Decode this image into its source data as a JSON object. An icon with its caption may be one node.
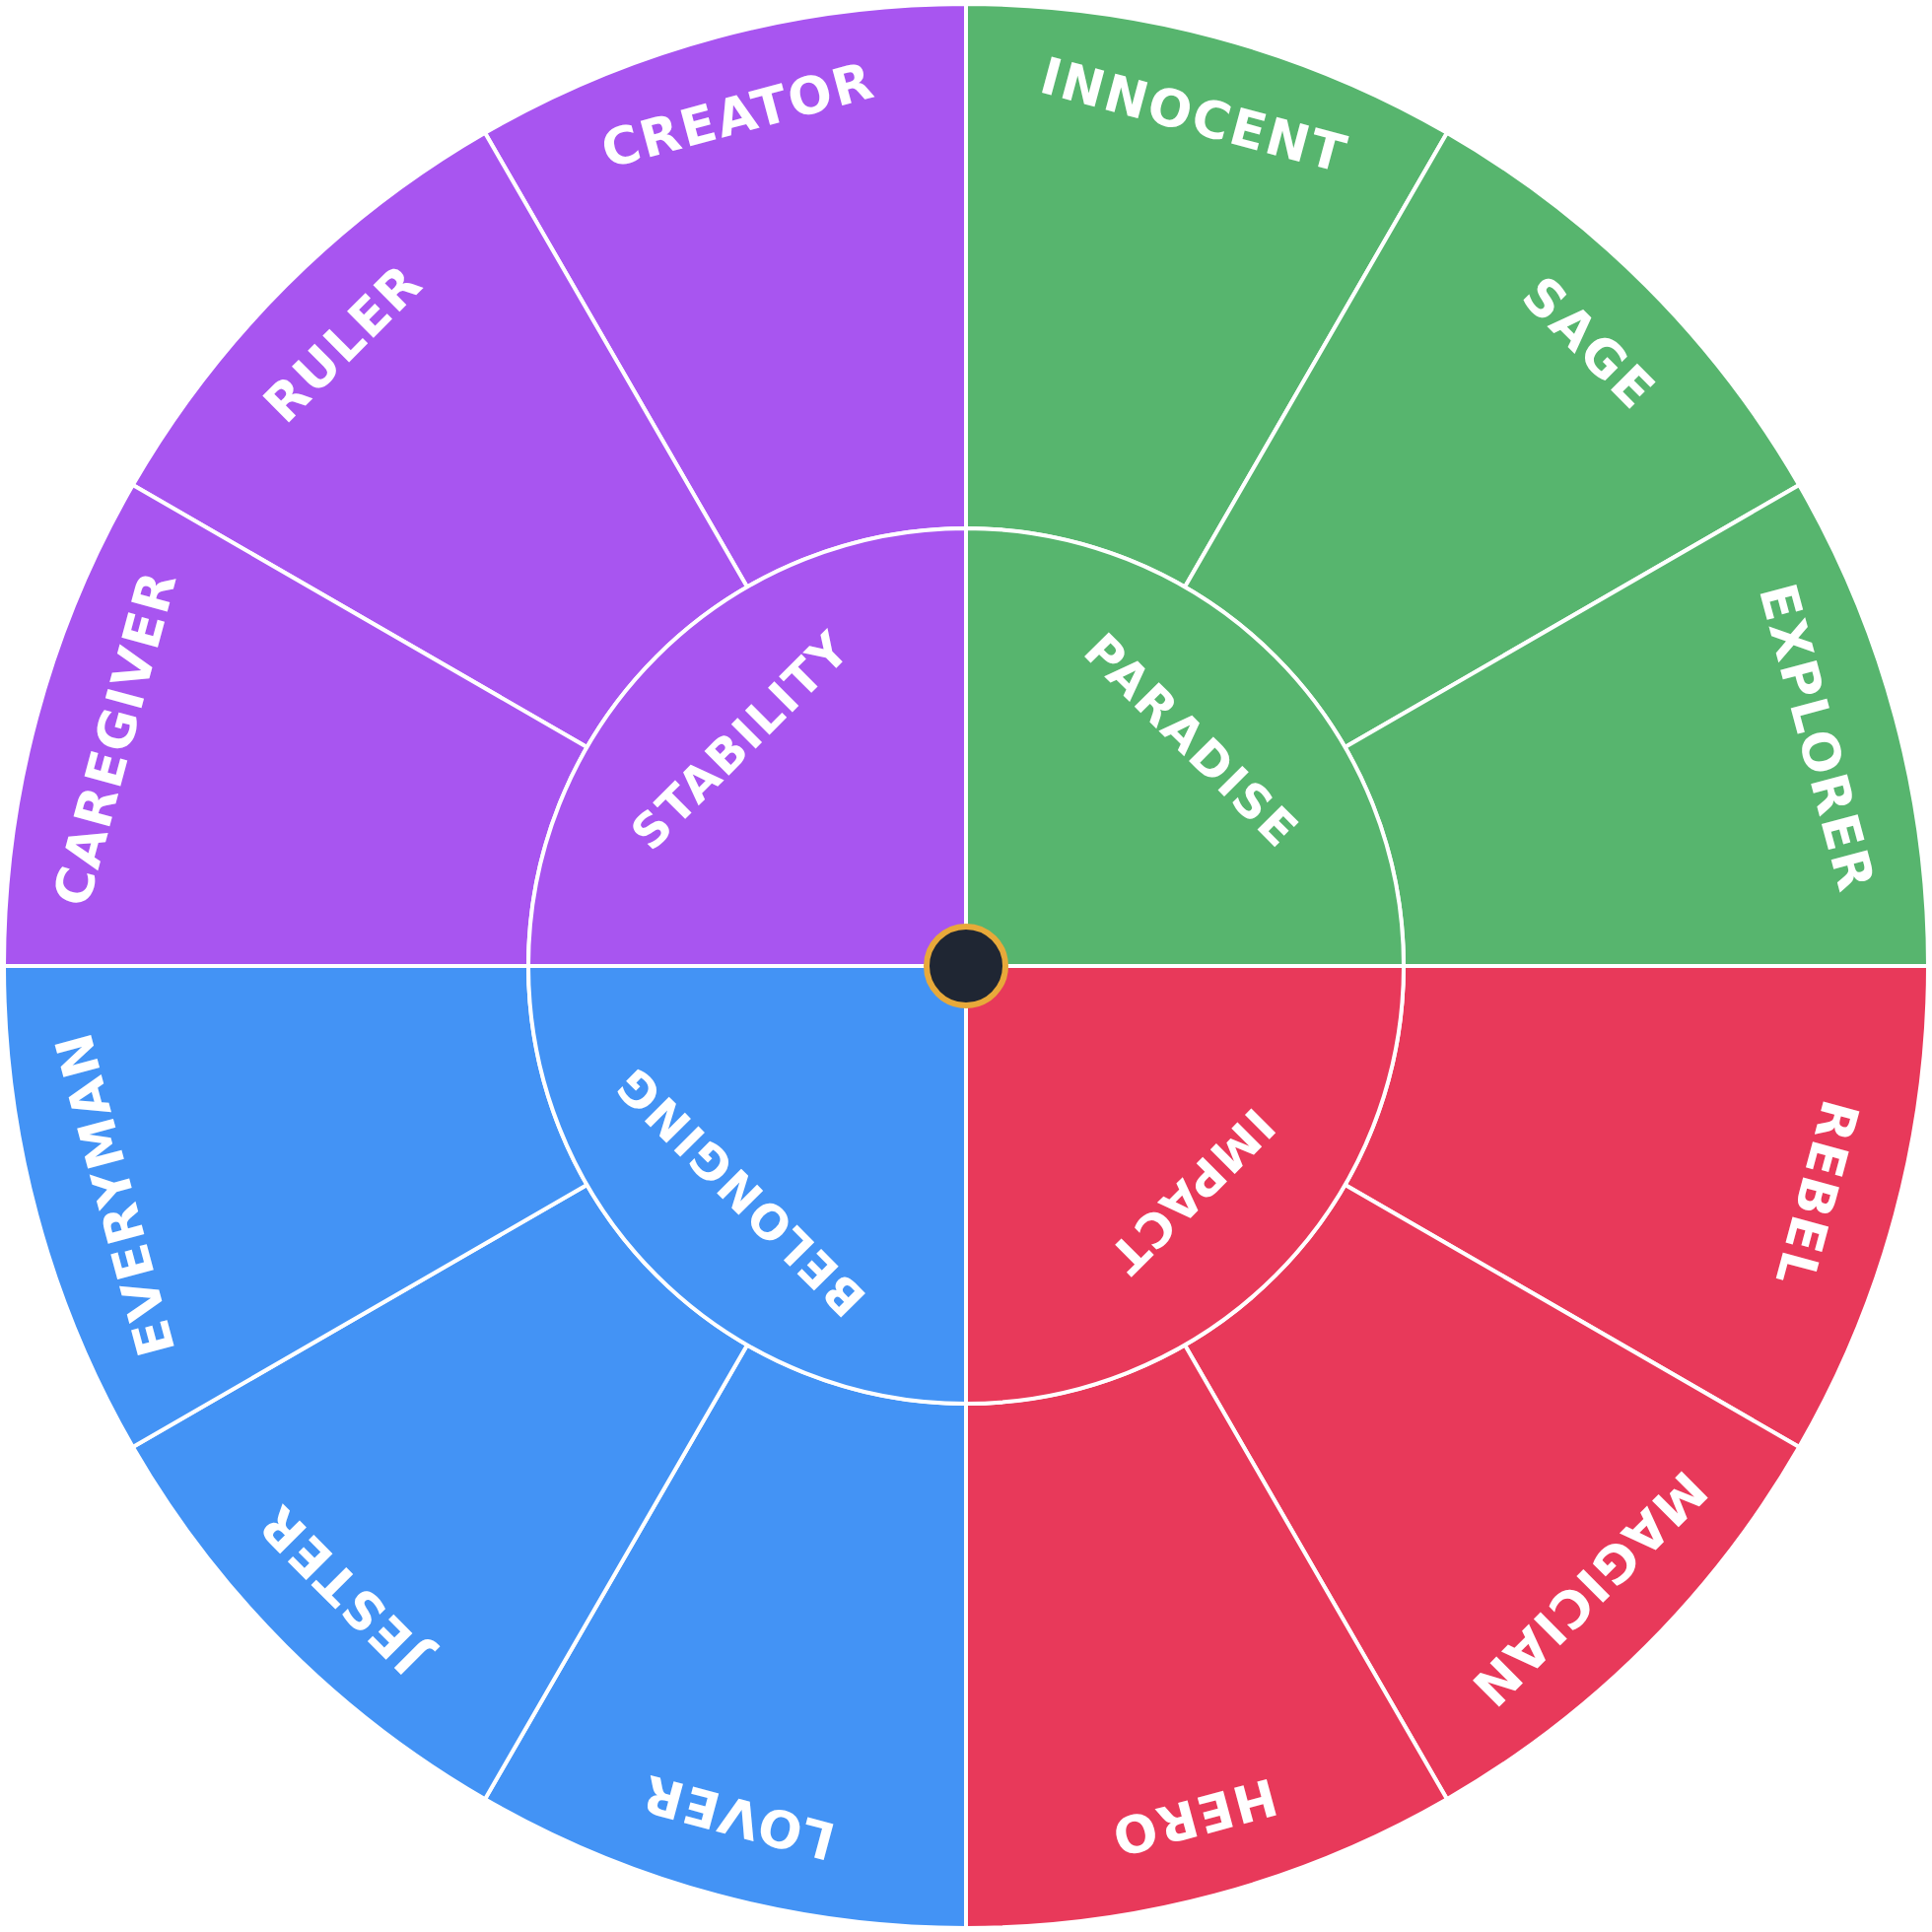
{
  "diagram": {
    "nodes": [
      {
        "text": [
          "STABILITY"
        ]
      },
      {
        "text": [
          "CREATOR"
        ]
      },
      {
        "text": [
          "RULER"
        ]
      },
      {
        "text": [
          "CAREGIVER"
        ]
      },
      {
        "text": [
          "PARADISE"
        ]
      },
      {
        "text": [
          "INNOCENT"
        ]
      },
      {
        "text": [
          "SAGE"
        ]
      },
      {
        "text": [
          "EXPLORER"
        ]
      },
      {
        "text": [
          "IMPACT"
        ]
      },
      {
        "text": [
          "REBEL"
        ]
      },
      {
        "text": [
          "MAGICIAN"
        ]
      },
      {
        "text": [
          "HERO"
        ]
      },
      {
        "text": [
          "BELONGING"
        ]
      },
      {
        "text": [
          "LOVER"
        ]
      },
      {
        "text": [
          "JESTER"
        ]
      },
      {
        "text": [
          "EVERYMAN"
        ]
      }
    ]
  }
}
